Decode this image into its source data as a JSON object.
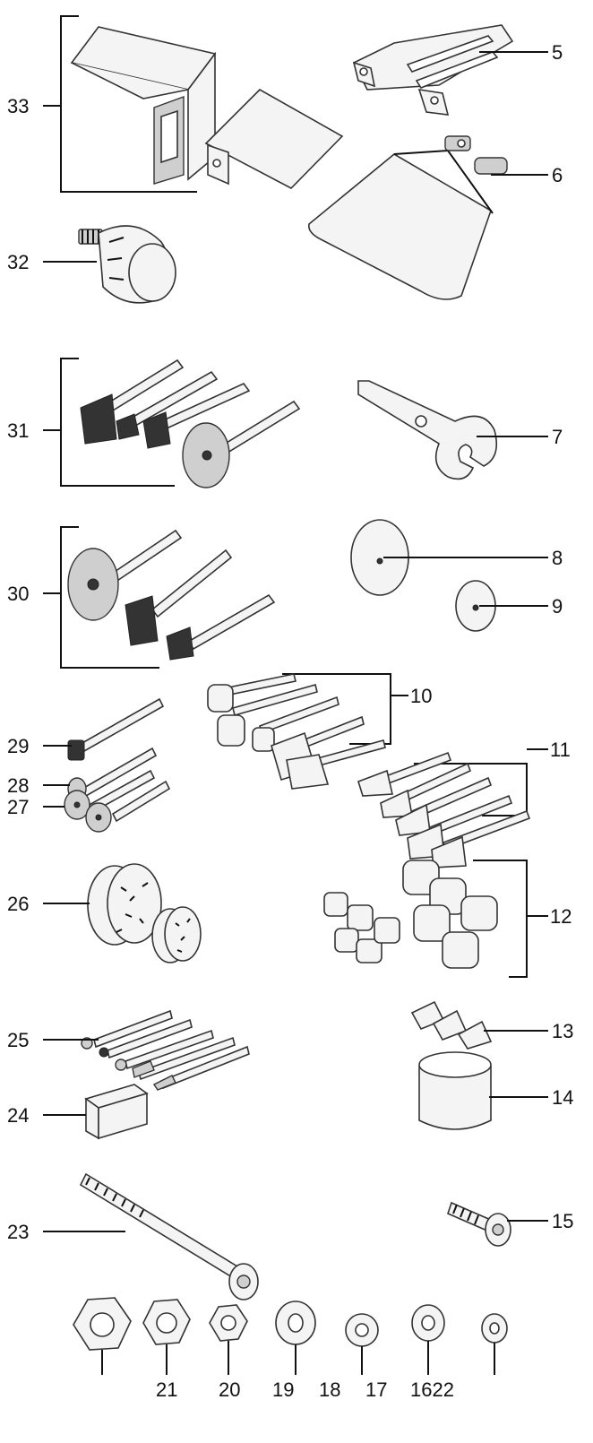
{
  "labels": {
    "l5": "5",
    "l6": "6",
    "l7": "7",
    "l8": "8",
    "l9": "9",
    "l10": "10",
    "l11": "11",
    "l12": "12",
    "l13": "13",
    "l14": "14",
    "l15": "15",
    "l16_22": "1622",
    "l17": "17",
    "l18": "18",
    "l19": "19",
    "l20": "20",
    "l21": "21",
    "l23": "23",
    "l24": "24",
    "l25": "25",
    "l26": "26",
    "l27": "27",
    "l28": "28",
    "l29": "29",
    "l30": "30",
    "l31": "31",
    "l32": "32",
    "l33": "33"
  }
}
